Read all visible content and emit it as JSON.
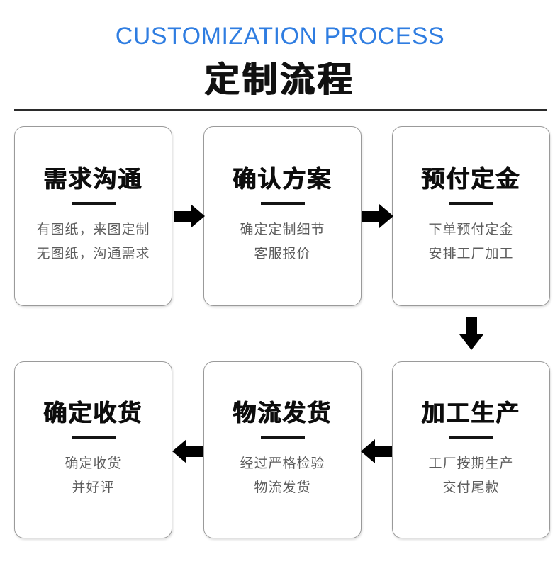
{
  "header": {
    "title_en": "CUSTOMIZATION PROCESS",
    "title_cn": "定制流程",
    "accent_color": "#2f7de1",
    "rule_color": "#2b2b2b"
  },
  "flow": {
    "cards": [
      {
        "id": "demand-communication",
        "title": "需求沟通",
        "sub_line1": "有图纸，来图定制",
        "sub_line2": "无图纸，沟通需求"
      },
      {
        "id": "confirm-plan",
        "title": "确认方案",
        "sub_line1": "确定定制细节",
        "sub_line2": "客服报价"
      },
      {
        "id": "prepay-deposit",
        "title": "预付定金",
        "sub_line1": "下单预付定金",
        "sub_line2": "安排工厂加工"
      },
      {
        "id": "confirm-receipt",
        "title": "确定收货",
        "sub_line1": "确定收货",
        "sub_line2": "并好评"
      },
      {
        "id": "logistics-shipping",
        "title": "物流发货",
        "sub_line1": "经过严格检验",
        "sub_line2": "物流发货"
      },
      {
        "id": "production",
        "title": "加工生产",
        "sub_line1": "工厂按期生产",
        "sub_line2": "交付尾款"
      }
    ],
    "arrows": [
      {
        "id": "arrow-1",
        "direction": "right"
      },
      {
        "id": "arrow-2",
        "direction": "right"
      },
      {
        "id": "arrow-3",
        "direction": "down"
      },
      {
        "id": "arrow-4",
        "direction": "left"
      },
      {
        "id": "arrow-5",
        "direction": "left"
      }
    ],
    "arrow_color": "#000000",
    "card_border_color": "#9a9a9a",
    "card_title_color": "#0d0d0d",
    "card_sub_color": "#5c5c5c"
  }
}
